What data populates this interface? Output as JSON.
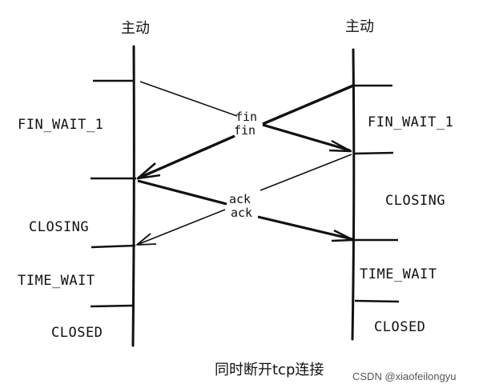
{
  "header": {
    "left_title": "主动",
    "right_title": "主动"
  },
  "left_states": {
    "fin_wait_1": "FIN_WAIT_1",
    "closing": "CLOSING",
    "time_wait": "TIME_WAIT",
    "closed": "CLOSED"
  },
  "right_states": {
    "fin_wait_1": "FIN_WAIT_1",
    "closing": "CLOSING",
    "time_wait": "TIME_WAIT",
    "closed": "CLOSED"
  },
  "messages": {
    "fin_1": "fin",
    "fin_2": "fin",
    "ack_1": "ack",
    "ack_2": "ack"
  },
  "caption": "同时断开tcp连接",
  "watermark": "CSDN @xiaofeilongyu"
}
